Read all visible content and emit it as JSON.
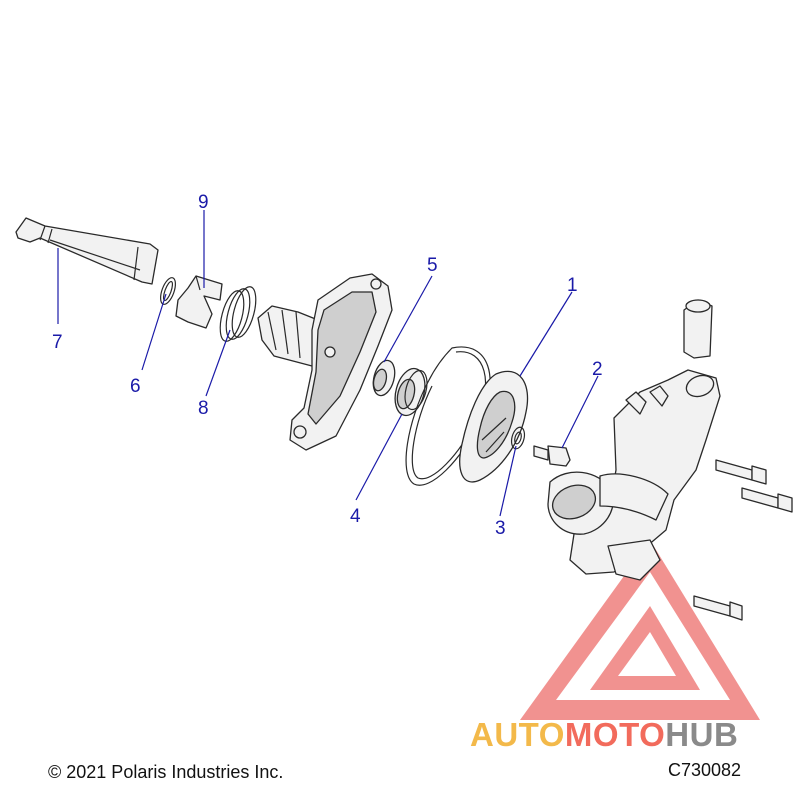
{
  "diagram": {
    "callouts": [
      {
        "id": "1",
        "label": "1"
      },
      {
        "id": "2",
        "label": "2"
      },
      {
        "id": "3",
        "label": "3"
      },
      {
        "id": "4",
        "label": "4"
      },
      {
        "id": "5",
        "label": "5"
      },
      {
        "id": "6",
        "label": "6"
      },
      {
        "id": "7",
        "label": "7"
      },
      {
        "id": "8",
        "label": "8"
      },
      {
        "id": "9",
        "label": "9"
      }
    ],
    "copyright": "© 2021 Polaris Industries Inc.",
    "diagram_code": "C730082"
  },
  "watermark": {
    "part1": "AUTO",
    "part2": "MOTO",
    "part3": "HUB",
    "colors": {
      "auto": "#f3b94a",
      "moto": "#f26b5c",
      "hub": "#8a8a8a",
      "triangle": "#e53935"
    }
  },
  "colors": {
    "callout": "#1a1aa8",
    "outline": "#2a2a2a"
  }
}
